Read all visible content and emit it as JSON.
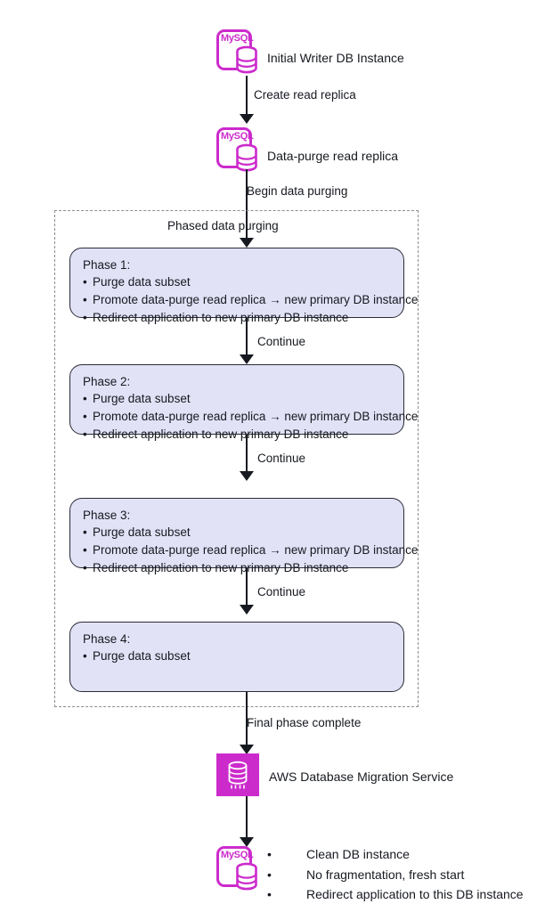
{
  "diagram": {
    "title": "Phased data purging migration flow",
    "colors": {
      "mysql_magenta": "#cc2bcc",
      "dms_magenta": "#cc2bcc",
      "phase_fill": "#e2e2f7",
      "phase_border": "#2b2b38",
      "group_border": "#8c8c8c",
      "text": "#16191f"
    },
    "nodes": {
      "initial_writer": {
        "icon": "mysql-db-icon",
        "icon_text": "MySQL",
        "label": "Initial Writer DB Instance"
      },
      "data_purge_replica": {
        "icon": "mysql-db-icon",
        "icon_text": "MySQL",
        "label": "Data-purge read replica"
      },
      "dms": {
        "icon": "aws-dms-icon",
        "label": "AWS Database Migration Service"
      },
      "final_db": {
        "icon": "mysql-db-icon",
        "icon_text": "MySQL",
        "bullets": [
          "Clean DB instance",
          "No fragmentation, fresh start",
          "Redirect application to this DB instance"
        ]
      }
    },
    "edges": {
      "create_read_replica": "Create read replica",
      "begin_data_purging": "Begin data purging",
      "continue_1": "Continue",
      "continue_2": "Continue",
      "continue_3": "Continue",
      "final_phase_complete": "Final phase complete"
    },
    "group": {
      "title": "Phased data purging",
      "phases": [
        {
          "title": "Phase 1:",
          "items": [
            "Purge data subset",
            "Promote data-purge read replica → new primary DB instance",
            "Redirect application to new primary DB instance"
          ]
        },
        {
          "title": "Phase 2:",
          "items": [
            "Purge data subset",
            "Promote data-purge read replica → new primary DB instance",
            "Redirect application to new primary DB instance"
          ]
        },
        {
          "title": "Phase 3:",
          "items": [
            "Purge data subset",
            "Promote data-purge read replica → new primary DB instance",
            "Redirect application to new primary DB instance"
          ]
        },
        {
          "title": "Phase 4:",
          "items": [
            "Purge data subset"
          ]
        }
      ]
    }
  }
}
